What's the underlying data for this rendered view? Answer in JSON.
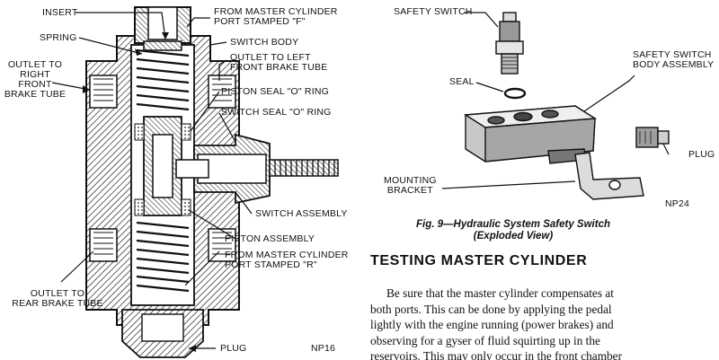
{
  "left_figure": {
    "labels": {
      "insert": "INSERT",
      "spring": "SPRING",
      "outlet_right_front": "OUTLET TO\nRIGHT\nFRONT\nBRAKE TUBE",
      "from_master_f": "FROM MASTER CYLINDER\nPORT STAMPED \"F\"",
      "switch_body": "SWITCH BODY",
      "outlet_left_front": "OUTLET TO LEFT\nFRONT BRAKE TUBE",
      "piston_seal": "PISTON SEAL \"O\" RING",
      "switch_seal": "SWITCH SEAL \"O\" RING",
      "switch_assembly": "SWITCH ASSEMBLY",
      "piston_assembly": "PISTON ASSEMBLY",
      "from_master_r": "FROM MASTER CYLINDER\nPORT STAMPED \"R\"",
      "outlet_rear": "OUTLET TO\nREAR BRAKE TUBE",
      "plug": "PLUG",
      "code": "NP16"
    }
  },
  "right_figure": {
    "labels": {
      "safety_switch": "SAFETY SWITCH",
      "seal": "SEAL",
      "safety_switch_body": "SAFETY SWITCH\nBODY ASSEMBLY",
      "mounting_bracket": "MOUNTING\nBRACKET",
      "plug": "PLUG",
      "code": "NP24"
    },
    "caption_line1": "Fig. 9—Hydraulic System Safety Switch",
    "caption_line2": "(Exploded View)"
  },
  "section": {
    "heading": "TESTING MASTER CYLINDER",
    "lines": [
      "Be sure that the master cylinder compensates at",
      "both ports. This can be done by applying the pedal",
      "lightly with the engine running (power brakes) and",
      "observing for a gyser of fluid squirting up in the",
      "reservoirs. This may only occur in the front chamber"
    ]
  }
}
